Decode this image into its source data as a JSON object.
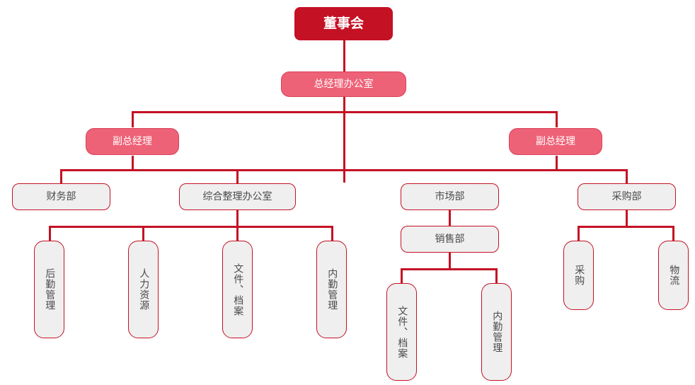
{
  "theme": {
    "root_fill": "#c41124",
    "root_text": "#ffffff",
    "pink_fill": "#ee6277",
    "pink_text": "#ffffff",
    "grey_fill": "#efefef",
    "grey_text": "#4a4a4a",
    "line_color": "#c41124",
    "canvas": "#ffffff"
  },
  "chart_data": {
    "type": "diagram",
    "title": "",
    "diagram_kind": "organizational-chart",
    "orientation": "top-down",
    "levels": 5,
    "nodes": [
      {
        "id": "board",
        "label": "董事会",
        "level": 0,
        "style": "root",
        "orientation": "horizontal"
      },
      {
        "id": "gm-office",
        "label": "总经理办公室",
        "level": 1,
        "style": "pink",
        "orientation": "horizontal"
      },
      {
        "id": "vgm-left",
        "label": "副总经理",
        "level": 2,
        "style": "pink",
        "orientation": "horizontal"
      },
      {
        "id": "vgm-right",
        "label": "副总经理",
        "level": 2,
        "style": "pink",
        "orientation": "horizontal"
      },
      {
        "id": "finance",
        "label": "财务部",
        "level": 3,
        "style": "grey",
        "orientation": "horizontal"
      },
      {
        "id": "general-admin",
        "label": "综合整理办公室",
        "level": 3,
        "style": "grey",
        "orientation": "horizontal"
      },
      {
        "id": "marketing",
        "label": "市场部",
        "level": 3,
        "style": "grey",
        "orientation": "horizontal"
      },
      {
        "id": "purchasing",
        "label": "采购部",
        "level": 3,
        "style": "grey",
        "orientation": "horizontal"
      },
      {
        "id": "sales",
        "label": "销售部",
        "level": 4,
        "style": "grey",
        "orientation": "horizontal"
      },
      {
        "id": "logistics-mg",
        "label": "后勤管理",
        "level": 5,
        "style": "grey",
        "orientation": "vertical"
      },
      {
        "id": "hr",
        "label": "人力资源",
        "level": 5,
        "style": "grey",
        "orientation": "vertical"
      },
      {
        "id": "docs-left",
        "label": "文件、档案",
        "level": 5,
        "style": "grey",
        "orientation": "vertical"
      },
      {
        "id": "inner-left",
        "label": "内勤管理",
        "level": 5,
        "style": "grey",
        "orientation": "vertical"
      },
      {
        "id": "docs-mid",
        "label": "文件、档案",
        "level": 5,
        "style": "grey",
        "orientation": "vertical"
      },
      {
        "id": "inner-mid",
        "label": "内勤管理",
        "level": 5,
        "style": "grey",
        "orientation": "vertical"
      },
      {
        "id": "buy",
        "label": "采购",
        "level": 5,
        "style": "grey",
        "orientation": "vertical"
      },
      {
        "id": "wuliu",
        "label": "物流",
        "level": 5,
        "style": "grey",
        "orientation": "vertical"
      }
    ],
    "edges": [
      {
        "from": "board",
        "to": "gm-office"
      },
      {
        "from": "gm-office",
        "to": "vgm-left"
      },
      {
        "from": "gm-office",
        "to": "vgm-right"
      },
      {
        "from": "gm-office",
        "to": "marketing"
      },
      {
        "from": "vgm-left",
        "to": "finance"
      },
      {
        "from": "vgm-left",
        "to": "general-admin"
      },
      {
        "from": "vgm-right",
        "to": "purchasing"
      },
      {
        "from": "general-admin",
        "to": "logistics-mg"
      },
      {
        "from": "general-admin",
        "to": "hr"
      },
      {
        "from": "general-admin",
        "to": "docs-left"
      },
      {
        "from": "general-admin",
        "to": "inner-left"
      },
      {
        "from": "marketing",
        "to": "sales"
      },
      {
        "from": "sales",
        "to": "docs-mid"
      },
      {
        "from": "sales",
        "to": "inner-mid"
      },
      {
        "from": "purchasing",
        "to": "buy"
      },
      {
        "from": "purchasing",
        "to": "wuliu"
      }
    ]
  },
  "nodes": {
    "board": "董事会",
    "gm_office": "总经理办公室",
    "vgm_left": "副总经理",
    "vgm_right": "副总经理",
    "finance": "财务部",
    "general_admin": "综合整理办公室",
    "marketing": "市场部",
    "purchasing": "采购部",
    "sales": "销售部",
    "logistics_mg": "后勤管理",
    "hr": "人力资源",
    "docs_left": "文件、档案",
    "inner_left": "内勤管理",
    "docs_mid": "文件、档案",
    "inner_mid": "内勤管理",
    "buy": "采购",
    "wuliu": "物流"
  }
}
